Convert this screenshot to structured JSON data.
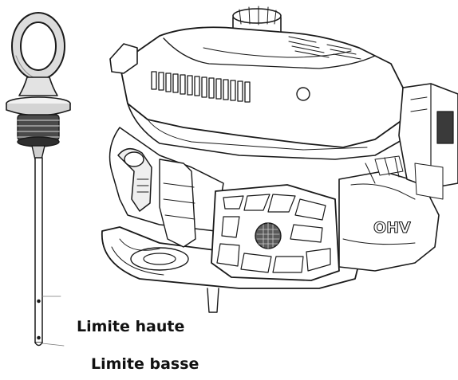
{
  "labels": {
    "upper_limit": "Limite haute",
    "lower_limit": "Limite basse"
  },
  "engine": {
    "housing_marking": "OHV"
  },
  "colors": {
    "line": "#1a1a1a",
    "fill": "#ffffff",
    "shade": "#c9c9c9",
    "dark": "#3a3a3a"
  }
}
